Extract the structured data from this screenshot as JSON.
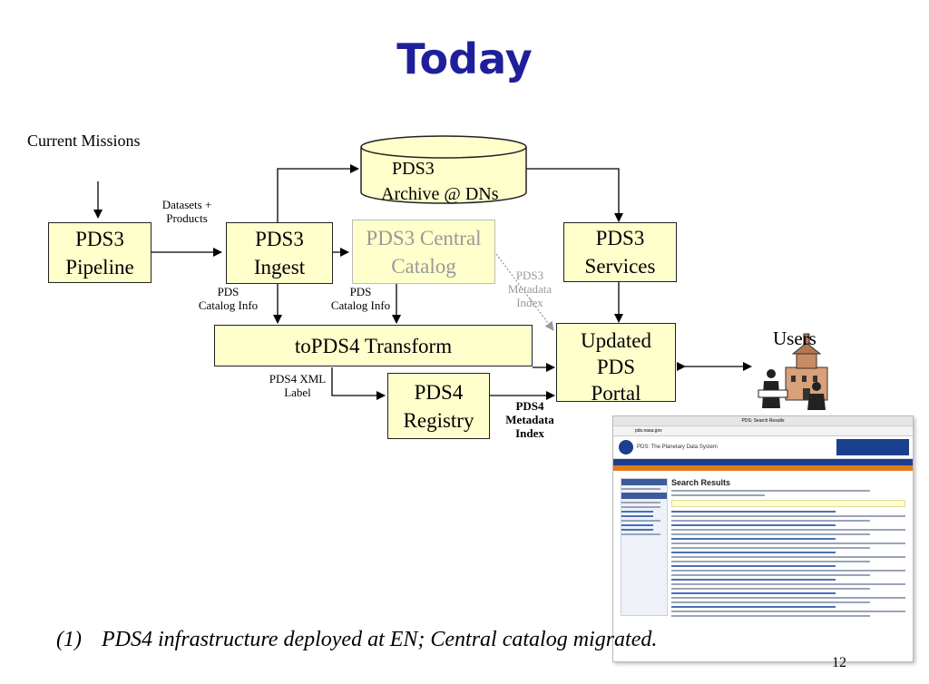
{
  "title": "Today",
  "current_missions": "Current Missions",
  "nodes": {
    "pds3_archive": {
      "line1": "PDS3",
      "line2": "Archive @ DNs"
    },
    "pds3_pipeline": {
      "line1": "PDS3",
      "line2": "Pipeline"
    },
    "pds3_ingest": {
      "line1": "PDS3",
      "line2": "Ingest"
    },
    "pds3_central_catalog": {
      "line1": "PDS3 Central",
      "line2": "Catalog"
    },
    "pds3_services": {
      "line1": "PDS3",
      "line2": "Services"
    },
    "topds4_transform": "toPDS4 Transform",
    "updated_pds_portal": {
      "line1": "Updated",
      "line2": "PDS",
      "line3": "Portal"
    },
    "pds4_registry": {
      "line1": "PDS4",
      "line2": "Registry"
    }
  },
  "edge_labels": {
    "datasets_products": {
      "line1": "Datasets +",
      "line2": "Products"
    },
    "pds_catalog_info_1": {
      "line1": "PDS",
      "line2": "Catalog Info"
    },
    "pds_catalog_info_2": {
      "line1": "PDS",
      "line2": "Catalog Info"
    },
    "pds3_metadata_index": {
      "line1": "PDS3",
      "line2": "Metadata",
      "line3": "Index"
    },
    "pds4_xml_label": {
      "line1": "PDS4 XML",
      "line2": "Label"
    },
    "pds4_metadata_index": {
      "line1": "PDS4",
      "line2": "Metadata",
      "line3": "Index"
    }
  },
  "users": "Users",
  "screenshot": {
    "window_title": "PDS: Search Results",
    "url": "pds.nasa.gov",
    "site_name": "PDS: The Planetary Data System",
    "heading": "Search Results"
  },
  "caption": {
    "number": "(1)",
    "text": "PDS4 infrastructure deployed at EN; Central catalog migrated."
  },
  "page_number": "12"
}
